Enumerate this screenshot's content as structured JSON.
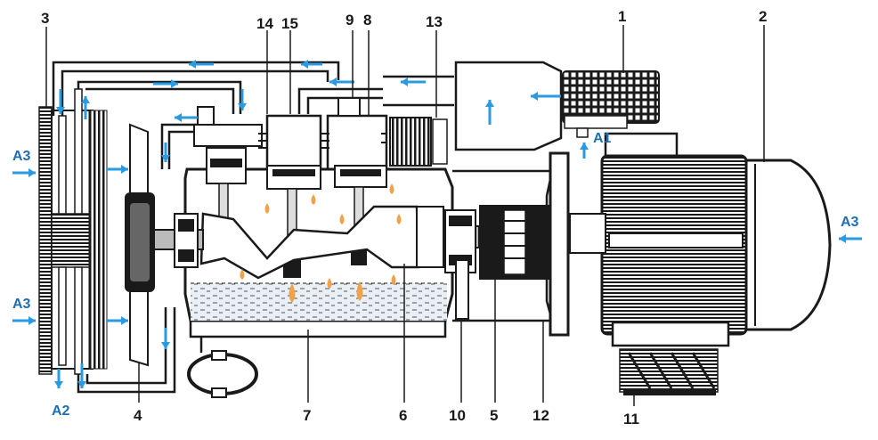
{
  "labels": {
    "n1": "1",
    "n2": "2",
    "n3": "3",
    "n4": "4",
    "n5": "5",
    "n6": "6",
    "n7": "7",
    "n8": "8",
    "n9": "9",
    "n10": "10",
    "n11": "11",
    "n12": "12",
    "n13": "13",
    "n14": "14",
    "n15": "15"
  },
  "air_labels": {
    "a1": "A1",
    "a2": "A2",
    "a3_left_top": "A3",
    "a3_left_bottom": "A3",
    "a3_right": "A3"
  },
  "colors": {
    "line": "#1a1a1a",
    "air_arrow": "#2a9be0",
    "oil_drop": "#f0a24a",
    "oil_fill": "#e9eff4",
    "metal": "#d9d9d9",
    "label_blue": "#1f6fb3"
  }
}
